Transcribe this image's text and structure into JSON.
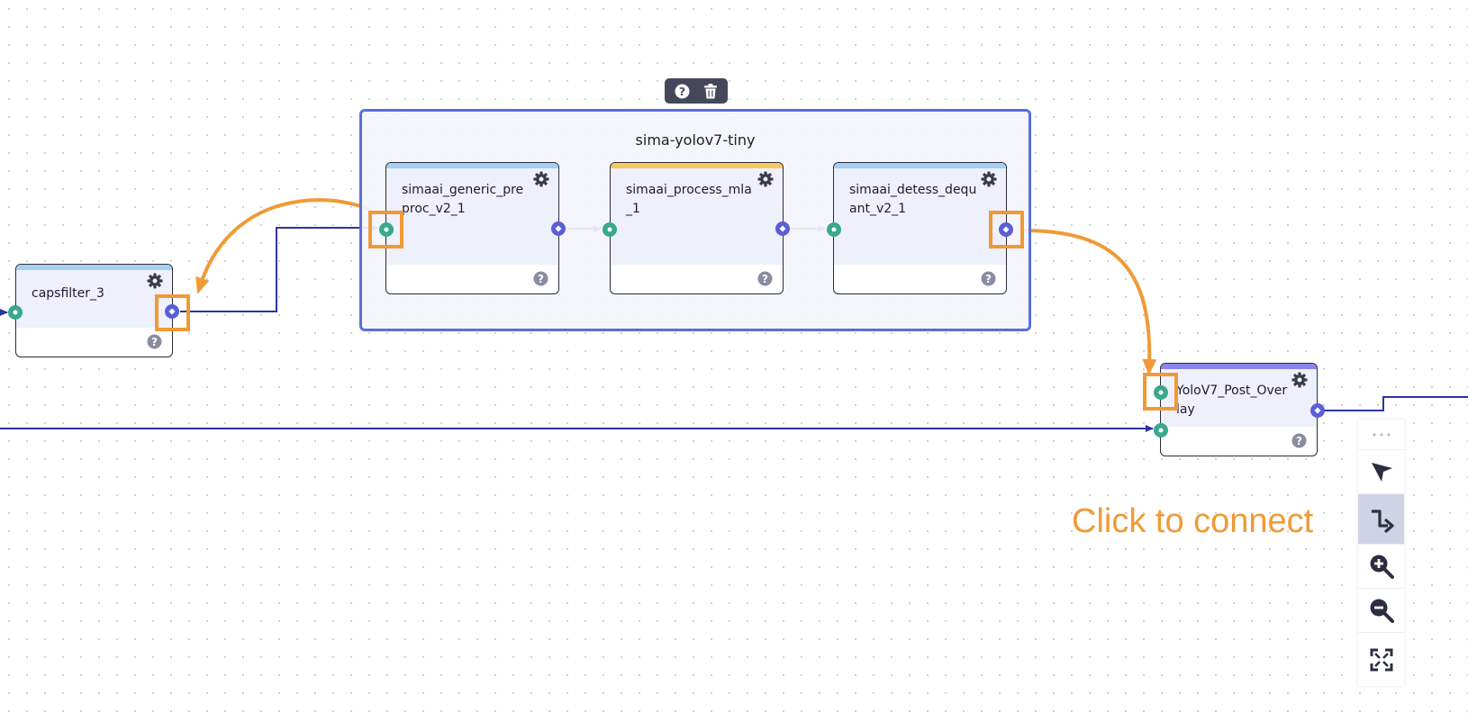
{
  "group": {
    "title": "sima-yolov7-tiny",
    "toolbar": {
      "help_icon": "question-circle-icon",
      "delete_icon": "trash-icon"
    }
  },
  "nodes": {
    "capsfilter": {
      "label": "capsfilter_3",
      "accent": "#a4cff2"
    },
    "preproc": {
      "label": "simaai_generic_preproc_v2_1",
      "accent": "#a4cff2"
    },
    "mla": {
      "label": "simaai_process_mla_1",
      "accent": "#f5c860"
    },
    "detess": {
      "label": "simaai_detess_dequant_v2_1",
      "accent": "#a4cff2"
    },
    "overlay": {
      "label": "YoloV7_Post_Overlay",
      "accent": "#8a85ee"
    }
  },
  "controls": {
    "items": [
      {
        "name": "more-options",
        "icon": "ellipsis-icon"
      },
      {
        "name": "select-tool",
        "icon": "cursor-arrow-icon"
      },
      {
        "name": "connect-tool",
        "icon": "connector-icon",
        "active": true
      },
      {
        "name": "zoom-in",
        "icon": "zoom-in-icon"
      },
      {
        "name": "zoom-out",
        "icon": "zoom-out-icon"
      },
      {
        "name": "fit-view",
        "icon": "fit-screen-icon"
      }
    ]
  },
  "annotation": {
    "hint": "Click to connect",
    "color": "#f09a36"
  },
  "colors": {
    "wire": "#2c35a0",
    "input_port": "#3aa88c",
    "output_port": "#5a5fd6",
    "group_border": "#5b6fd9"
  }
}
